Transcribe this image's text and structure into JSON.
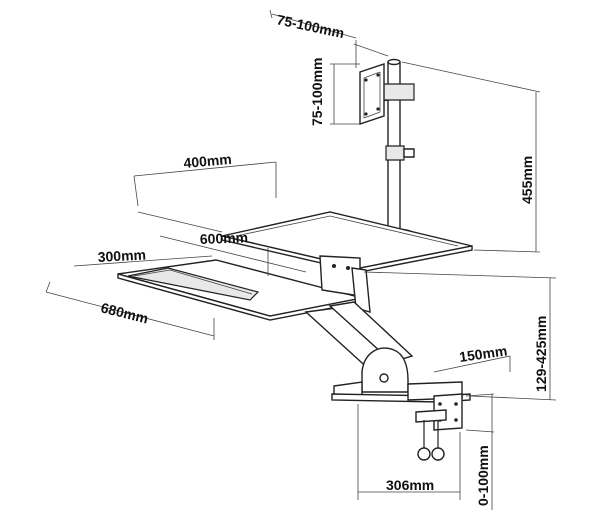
{
  "diagram": {
    "dimensions": {
      "vesa_width": "75-100mm",
      "vesa_height": "75-100mm",
      "pole_height": "455mm",
      "top_width": "400mm",
      "top_length": "600mm",
      "keyboard_depth": "300mm",
      "keyboard_length": "680mm",
      "lift_range": "129-425mm",
      "clamp_depth": "150mm",
      "base_length": "306mm",
      "clamp_range": "0-100mm"
    },
    "colors": {
      "line": "#222222",
      "background": "#ffffff"
    }
  }
}
